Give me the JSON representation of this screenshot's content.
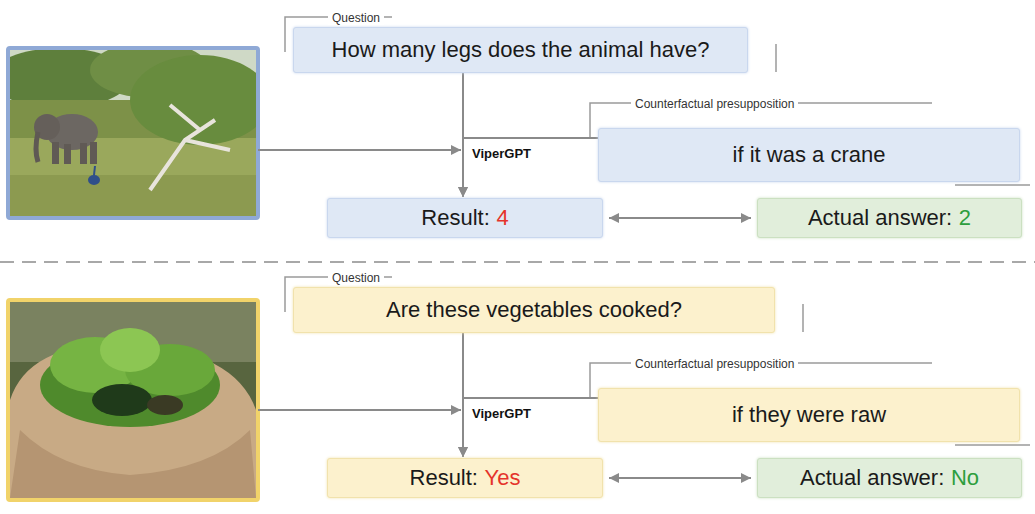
{
  "diagram": {
    "nodes": [
      {
        "text": [
          "Question",
          "How many legs does the animal have?"
        ]
      },
      {
        "text": [
          "Counterfactual presupposition",
          "if it was a crane"
        ]
      },
      {
        "text": [
          "Result:",
          "4"
        ]
      },
      {
        "text": [
          "Actual answer:",
          "2"
        ]
      },
      {
        "text": [
          "Question",
          "Are these vegetables cooked?"
        ]
      },
      {
        "text": [
          "Counterfactual presupposition",
          "if they were raw"
        ]
      },
      {
        "text": [
          "Result:",
          "Yes"
        ]
      },
      {
        "text": [
          "Actual answer:",
          "No"
        ]
      }
    ],
    "edges": [
      {
        "from": 0,
        "to": 2,
        "arrow": "to",
        "label": "ViperGPT"
      },
      {
        "from": 1,
        "to": 2,
        "arrow": "to"
      },
      {
        "from": 2,
        "to": 3,
        "arrow": "both"
      },
      {
        "from": 4,
        "to": 6,
        "arrow": "to",
        "label": "ViperGPT"
      },
      {
        "from": 5,
        "to": 6,
        "arrow": "to"
      },
      {
        "from": 6,
        "to": 7,
        "arrow": "both"
      }
    ]
  }
}
